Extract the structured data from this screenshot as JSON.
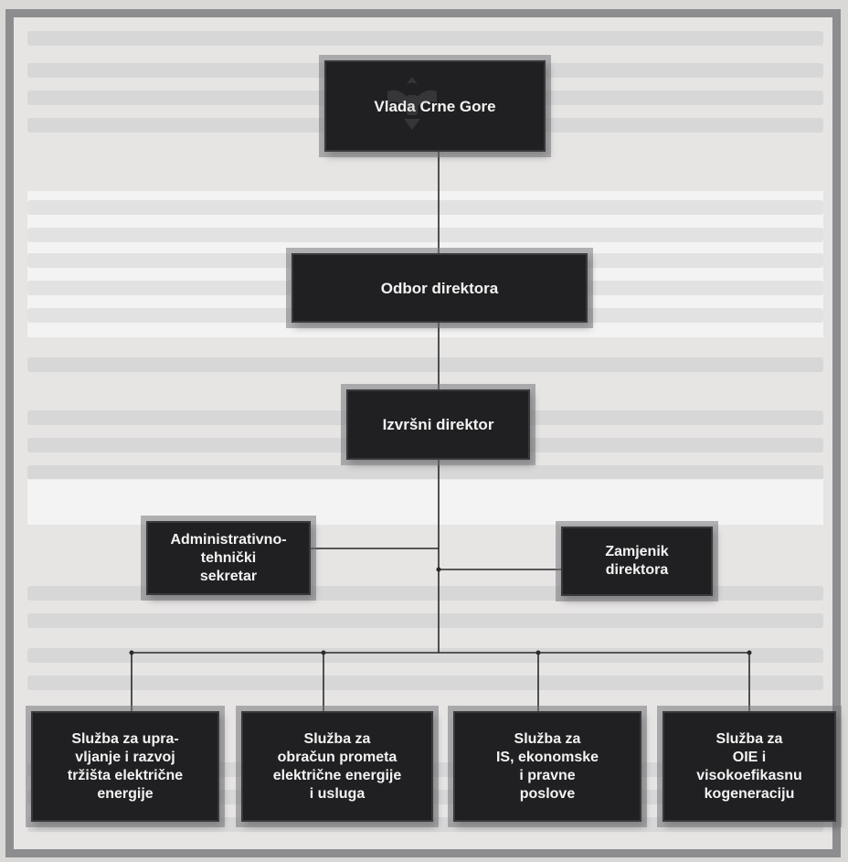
{
  "org_chart": {
    "government": "Vlada Crne Gore",
    "board": "Odbor direktora",
    "executive": "Izvršni direktor",
    "admin_secretary": "Administrativno-\ntehnički\nsekretar",
    "deputy": "Zamjenik\ndirektora",
    "services": [
      "Služba za upra-\nvljanje i razvoj\ntržišta električne\nenergije",
      "Služba za\nobračun prometa\nelektrične energije\ni usluga",
      "Služba za\nIS, ekonomske\ni pravne\nposlove",
      "Služba za\nOIE i\nvisokoefikasnu\nkogeneraciju"
    ]
  },
  "colors": {
    "box_fill": "#202022",
    "box_text": "#f3f3f3",
    "connector": "#2a2a2a",
    "frame": "#8d8d8f"
  }
}
